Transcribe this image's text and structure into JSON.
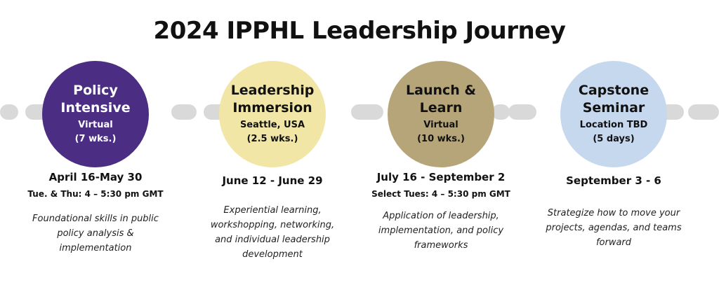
{
  "title": "2024 IPPHL Leadership Journey",
  "stages": [
    {
      "name": "Policy\nIntensive",
      "location": "Virtual",
      "duration": "(7 wks.)",
      "dates": "April 16-May 30",
      "schedule": "Tue. & Thu: 4 – 5:30 pm GMT",
      "description": "Foundational skills in public policy analysis & implementation",
      "color": "#4b2e83",
      "text_color": "#ffffff"
    },
    {
      "name": "Leadership\nImmersion",
      "location": "Seattle, USA",
      "duration": "(2.5 wks.)",
      "dates": "June 12 - June 29",
      "schedule": "",
      "description": "Experiential learning, workshopping, networking, and individual leadership development",
      "color": "#f1e6a5",
      "text_color": "#111111"
    },
    {
      "name": "Launch &\nLearn",
      "location": "Virtual",
      "duration": "(10 wks.)",
      "dates": "July 16 - September 2",
      "schedule": "Select Tues: 4 – 5:30 pm GMT",
      "description": "Application of leadership, implementation, and policy frameworks",
      "color": "#b7a57a",
      "text_color": "#111111"
    },
    {
      "name": "Capstone\nSeminar",
      "location": "Location TBD",
      "duration": "(5 days)",
      "dates": "September 3 - 6",
      "schedule": "",
      "description": "Strategize how to move your projects, agendas, and teams forward",
      "color": "#c5d8ee",
      "text_color": "#111111"
    }
  ],
  "track_color": "#d9d9d9"
}
